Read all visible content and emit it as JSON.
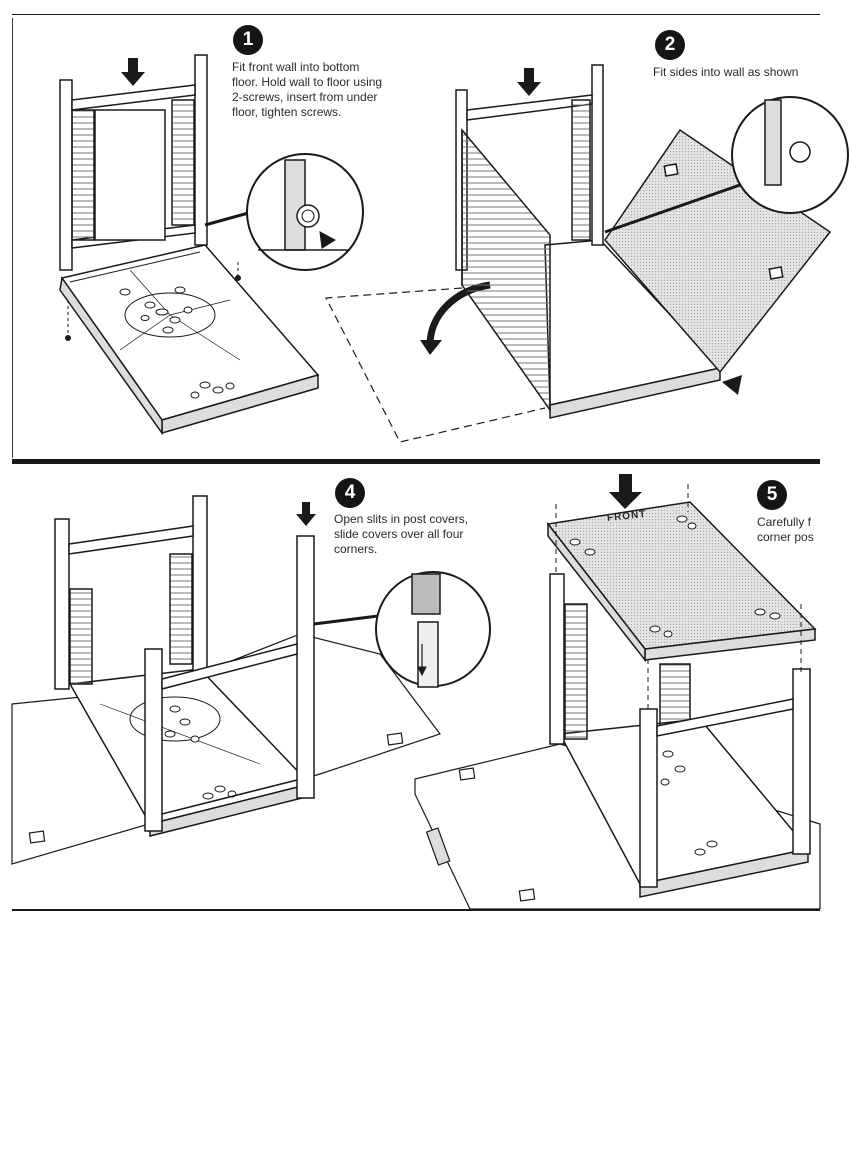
{
  "steps": [
    {
      "number": "1",
      "text": "Fit front wall into bottom\nfloor. Hold wall to floor using\n2-screws, insert from under\nfloor, tighten screws."
    },
    {
      "number": "2",
      "text": "Fit sides into wall as shown"
    },
    {
      "number": "4",
      "text": "Open slits in post covers,\nslide covers over all four\ncorners."
    },
    {
      "number": "5",
      "text": "Carefully f\ncorner pos"
    }
  ],
  "roof_label": "FRONT",
  "colors": {
    "ink": "#1a1a1a",
    "paper": "#ffffff",
    "badge": "#151515",
    "shade": "#cfcfcf"
  }
}
